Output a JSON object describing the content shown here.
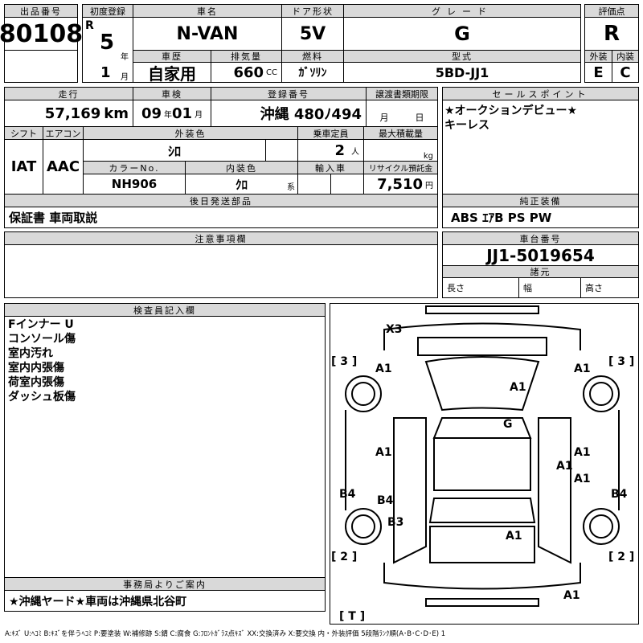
{
  "header": {
    "lot_label": "出品番号",
    "lot": "80108",
    "first_reg_label": "初度登録",
    "era": "R",
    "year": "5",
    "year_unit": "年",
    "month": "1",
    "month_unit": "月",
    "name_label": "車名",
    "name": "N-VAN",
    "door_label": "ドア形状",
    "door": "5V",
    "grade_label": "グレード",
    "grade": "G",
    "score_label": "評価点",
    "score": "R",
    "history_label": "車歴",
    "history": "自家用",
    "displacement_label": "排気量",
    "displacement": "660",
    "cc": "CC",
    "fuel_label": "燃料",
    "fuel": "ｶﾞｿﾘﾝ",
    "model_label": "型式",
    "model": "5BD-JJ1",
    "ext_label": "外装",
    "ext": "E",
    "int_label": "内装",
    "int": "C"
  },
  "row2": {
    "mileage_label": "走行",
    "mileage": "57,169",
    "km": "km",
    "inspection_label": "車検",
    "insp_year": "09",
    "insp_year_unit": "年",
    "insp_month": "01",
    "insp_month_unit": "月",
    "plate_label": "登録番号",
    "plate": "沖縄 480ﾉ494",
    "docs_label": "譲渡書類期限",
    "docs_month": "月",
    "docs_day": "日",
    "sales_label": "セールスポイント",
    "sales": [
      "★オークションデビュー★",
      "キーレス"
    ]
  },
  "row3": {
    "shift_label": "シフト",
    "shift": "IAT",
    "ac_label": "エアコン",
    "ac": "AAC",
    "color_label": "外装色",
    "color": "ｼﾛ",
    "capacity_label": "乗車定員",
    "capacity": "2",
    "capacity_unit": "人",
    "load_label": "最大積載量",
    "load_unit": "kg",
    "color_no_label": "カラーNo.",
    "color_no": "NH906",
    "int_color_label": "内装色",
    "int_color": "ｸﾛ",
    "int_color_unit": "系",
    "import_label": "輸入車",
    "recycle_label": "リサイクル預託金",
    "recycle": "7,510",
    "recycle_unit": "円"
  },
  "parts": {
    "label": "後日発送部品",
    "value": "保証書 車両取説",
    "equip_label": "純正装備",
    "equip": "ABS ｴｱB PS PW"
  },
  "notes": {
    "label": "注意事項欄",
    "chassis_label": "車台番号",
    "chassis": "JJ1-5019654",
    "spec_label": "諸元",
    "length": "長さ",
    "width": "幅",
    "height": "高さ"
  },
  "inspector": {
    "label": "検査員記入欄",
    "lines": [
      "Fインナー U",
      "コンソール傷",
      "室内汚れ",
      "室内内張傷",
      "荷室内張傷",
      "ダッシュ板傷"
    ]
  },
  "office": {
    "label": "事務局よりご案内",
    "value": "★沖縄ヤード★車両は沖縄県北谷町"
  },
  "diagram": {
    "marks": [
      "X3",
      "[ 3 ]",
      "A1",
      "[ 3 ]",
      "A1",
      "A1",
      "G",
      "A1",
      "A1",
      "A1",
      "A1",
      "B4",
      "B4",
      "B4",
      "B3",
      "A1",
      "[ 2 ]",
      "[ 2 ]",
      "A1",
      "[ T ]"
    ]
  },
  "legend": "A:ｷｽﾞ U:ﾍｺﾐ B:ｷｽﾞを伴うﾍｺﾐ P:要塗装 W:補修跡 S:錆 C:腐食 G:ﾌﾛﾝﾄｶﾞﾗｽ点ｷｽﾞ XX:交換済み X:要交換  内・外装評価  5段階ﾗﾝｸ順(A･B･C･D･E) 1"
}
